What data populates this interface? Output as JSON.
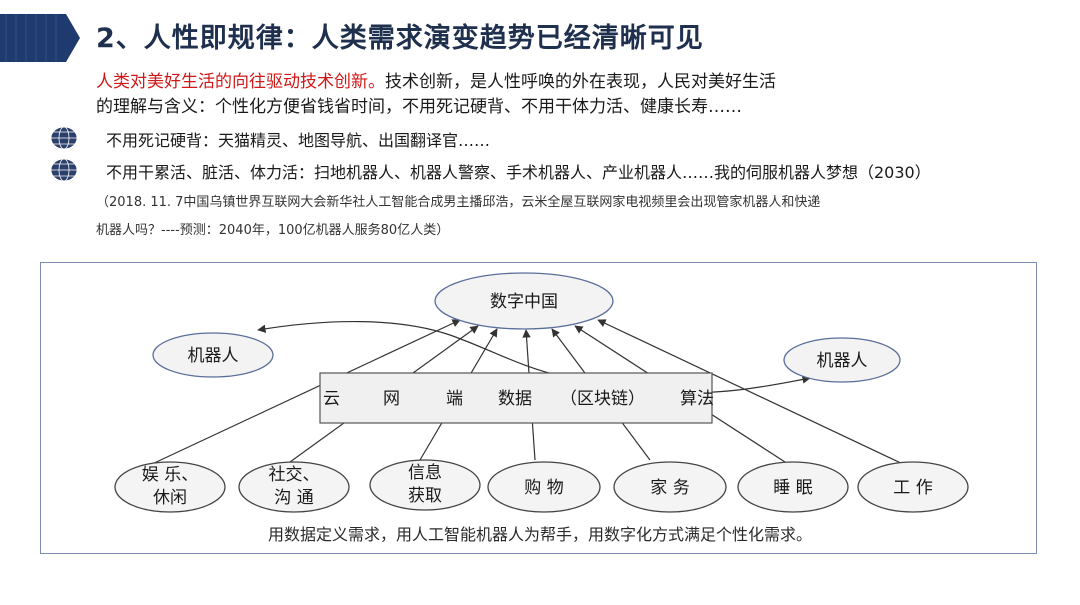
{
  "title": "2、人性即规律：人类需求演变趋势已经清晰可见",
  "intro": {
    "highlight": "人类对美好生活的向往驱动技术创新。",
    "rest": "技术创新，是人性呼唤的外在表现，人民对美好生活",
    "line2": "的理解与含义：个性化方便省钱省时间，不用死记硬背、不用干体力活、健康长寿……"
  },
  "bullets": [
    {
      "icon": "globe-icon",
      "text": "不用死记硬背：天猫精灵、地图导航、出国翻译官……"
    },
    {
      "icon": "globe-icon",
      "text": "不用干累活、脏活、体力活：扫地机器人、机器人警察、手术机器人、产业机器人……我的伺服机器人梦想（2030）"
    }
  ],
  "note": {
    "line1": "（2018. 11. 7中国乌镇世界互联网大会新华社人工智能合成男主播邱浩，云米全屋互联网家电视频里会出现管家机器人和快递",
    "line2": "机器人吗？----预测：2040年，100亿机器人服务80亿人类）"
  },
  "diagram": {
    "top_node": "数字中国",
    "left_node": "机器人",
    "right_node": "机器人",
    "bar_items": [
      "云",
      "网",
      "端",
      "数据",
      "（区块链）",
      "算法"
    ],
    "bottom_nodes": [
      {
        "line1": "娱 乐、",
        "line2": "休闲"
      },
      {
        "line1": "社交、",
        "line2": "沟 通"
      },
      {
        "line1": "信息",
        "line2": "获取"
      },
      {
        "line1": "购 物",
        "line2": ""
      },
      {
        "line1": "家 务",
        "line2": ""
      },
      {
        "line1": "睡 眠",
        "line2": ""
      },
      {
        "line1": "工 作",
        "line2": ""
      }
    ],
    "caption": "用数据定义需求，用人工智能机器人为帮手，用数字化方式满足个性化需求。"
  },
  "colors": {
    "title": "#1f2f4e",
    "banner": "#1f3a6e",
    "highlight": "#d01818",
    "panel_border": "#7d8cb0"
  }
}
